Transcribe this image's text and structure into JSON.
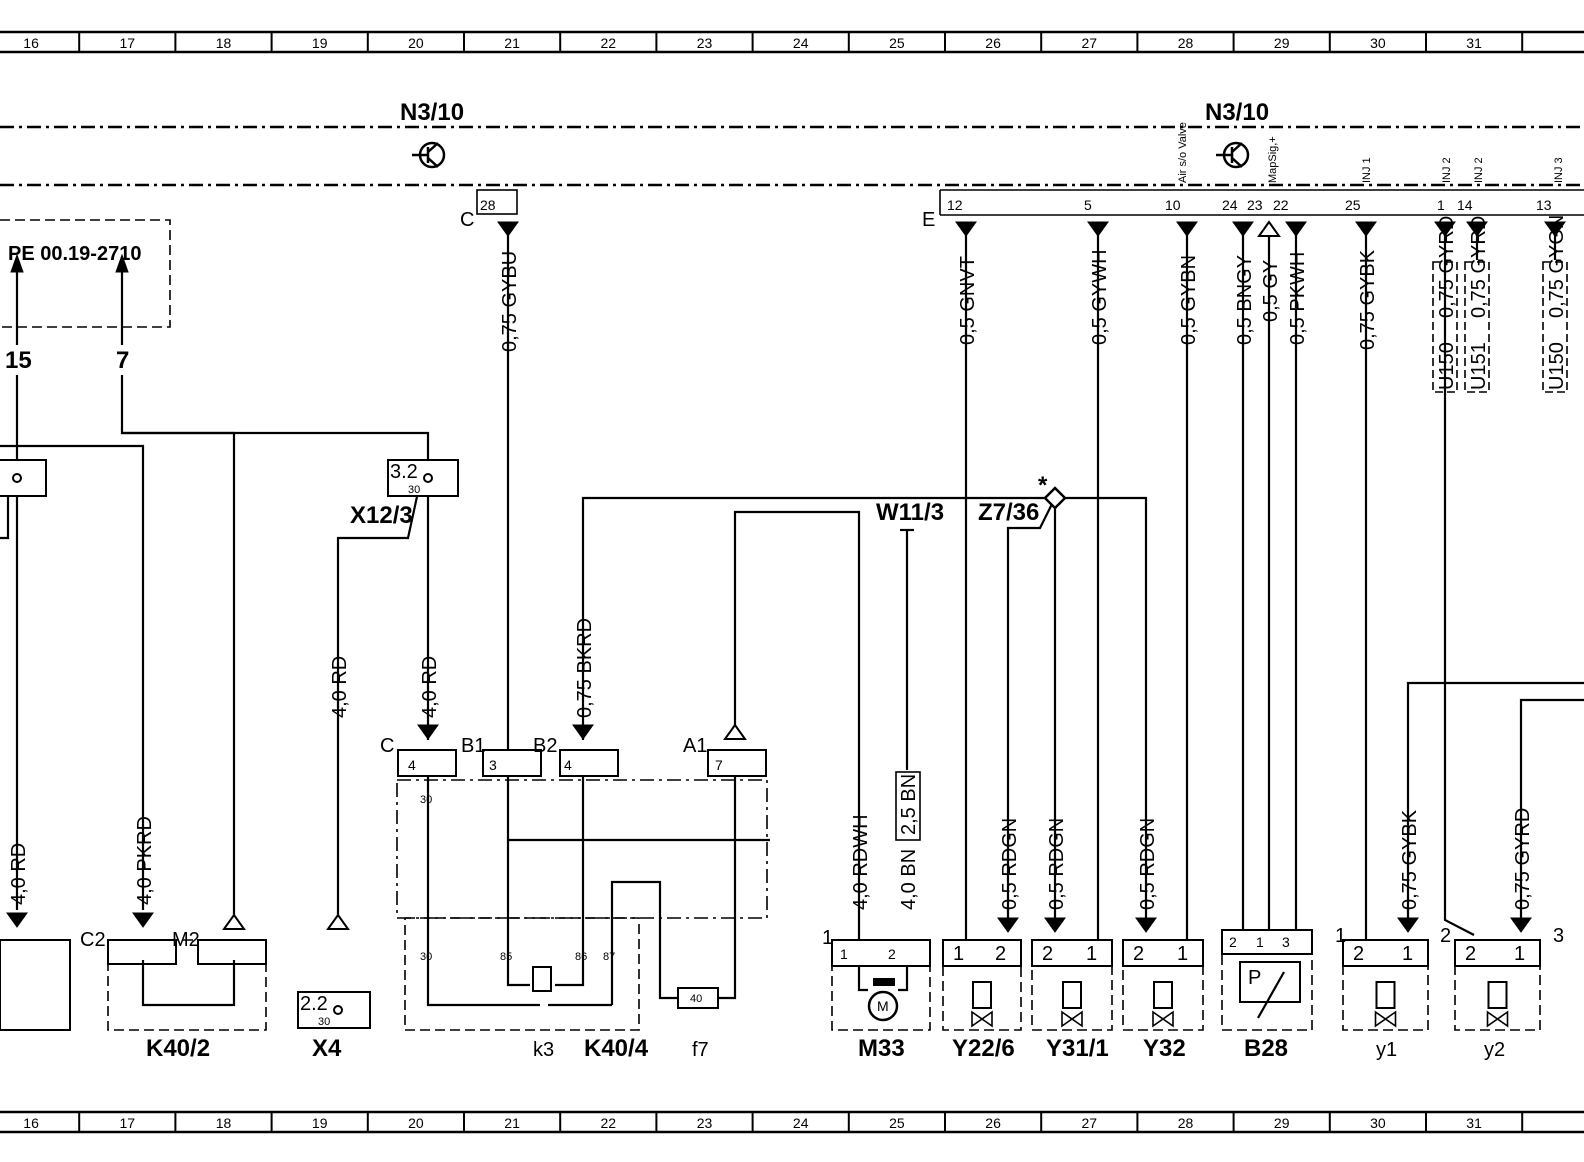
{
  "grid": {
    "columns": [
      "16",
      "17",
      "18",
      "19",
      "20",
      "21",
      "22",
      "23",
      "24",
      "25",
      "26",
      "27",
      "28",
      "29",
      "30",
      "31"
    ]
  },
  "references": {
    "pe": "PE  00.19-2710",
    "ref_15": "15",
    "ref_7": "7"
  },
  "control_units": {
    "n3_10_left": "N3/10",
    "n3_10_right": "N3/10",
    "conn_c": "C",
    "conn_e": "E",
    "air_valve": "Air s/o Valve",
    "mapsig": "MapSig,+",
    "inj1": "INJ 1",
    "inj2a": "INJ 2",
    "inj2b": "INJ 2",
    "inj3": "INJ 3"
  },
  "pins": {
    "p28": "28",
    "p12": "12",
    "p5": "5",
    "p10": "10",
    "p24": "24",
    "p23": "23",
    "p22": "22",
    "p25": "25",
    "p1": "1",
    "p14": "14",
    "p13": "13"
  },
  "wires": {
    "w_gybu": "0,75  GYBU",
    "w_gnvt": "0,5  GNVT",
    "w_gywh": "0,5  GYWH",
    "w_gybn": "0,5  GYBN",
    "w_bngy": "0,5  BNGY",
    "w_gy": "0,5  GY",
    "w_pkwh": "0,5  PKWH",
    "w_gybk": "0,75  GYBK",
    "w_gyrd1": "0,75  GYRD",
    "w_gyrd2": "0,75  GYRD",
    "w_gygn": "0,75  GYGN",
    "w_rd_x4": "4,0  RD",
    "w_rd_c4": "4,0  RD",
    "w_bkrd": "0,75  BKRD",
    "w_rd_left": "4,0  RD",
    "w_pkrd": "4,0  PKRD",
    "w_rdwh": "4,0  RDWH",
    "w_bn": "4,0  BN",
    "w_bn25": "2,5  BN",
    "w_rdgn1": "0,5  RDGN",
    "w_rdgn2": "0,5  RDGN",
    "w_rdgn3": "0,5  RDGN",
    "w_gybk2": "0,75  GYBK",
    "w_gyrd3": "0,75  GYRD",
    "u150a": "U150",
    "u151": "U151",
    "u150b": "U150"
  },
  "components": {
    "x12_3": "X12/3",
    "w11_3": "W11/3",
    "z7_36": "Z7/36",
    "star": "*",
    "x4": "X4",
    "k40_2": "K40/2",
    "k3": "k3",
    "k40_4": "K40/4",
    "f7": "f7",
    "m33": "M33",
    "y22_6": "Y22/6",
    "y31_1": "Y31/1",
    "y32": "Y32",
    "b28": "B28",
    "y1": "y1",
    "y2": "y2"
  },
  "terminals": {
    "t32": "3.2",
    "t30a": "30",
    "t22": "2.2",
    "t30b": "30",
    "c": "C",
    "b1": "B1",
    "b2": "B2",
    "a1": "A1",
    "c2": "C2",
    "m2": "M2",
    "k4": "4",
    "k3pin": "3",
    "k4b": "4",
    "k7": "7",
    "r30": "30",
    "r30b": "30",
    "r85": "85",
    "r86": "86",
    "r87": "87",
    "fuse": "40",
    "n1a": "1",
    "n1b": "1",
    "n2": "2",
    "n3": "3",
    "pin1": "1",
    "pin2": "2",
    "pin3": "3",
    "pinp": "P",
    "pinm": "M"
  }
}
